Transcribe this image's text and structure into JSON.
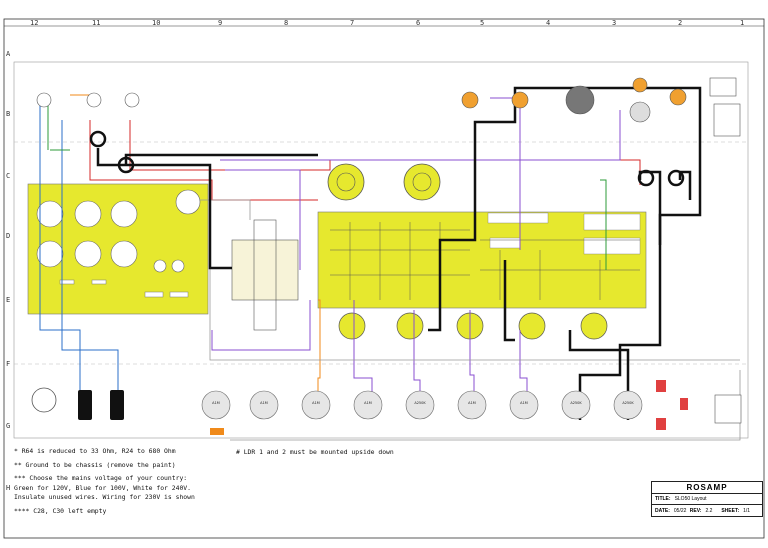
{
  "columns": [
    "12",
    "11",
    "10",
    "9",
    "8",
    "7",
    "6",
    "5",
    "4",
    "3",
    "2",
    "1"
  ],
  "rows": [
    "A",
    "B",
    "C",
    "D",
    "E",
    "F",
    "G",
    "H"
  ],
  "notes": [
    "* R64 is reduced to 33 Ohm, R24 to 680 Ohm",
    "** Ground to be chassis (remove the paint)",
    "*** Choose the mains voltage of your country:",
    "Green for 120V, Blue for 100V, White for 240V.",
    "Insulate unused wires. Wiring for 230V is shown",
    "**** C28, C30  left empty"
  ],
  "ldr_note": "# LDR 1 and 2 must be mounted upside down",
  "pots": [
    "A1M",
    "A1M",
    "A1M",
    "A1M",
    "A250K",
    "A1M",
    "A1M",
    "A250K",
    "A250K"
  ],
  "title_block": {
    "company": "ROSAMP",
    "title_key": "TITLE:",
    "title": "SLO50 Layout",
    "date_key": "DATE:",
    "date": "05/22",
    "rev_key": "REV:",
    "rev": "2.2",
    "sheet_key": "SHEET:",
    "sheet": "1/1"
  },
  "colors": {
    "pcb": "#e6e82e",
    "wire_black": "#111111",
    "wire_red": "#d62828",
    "wire_purple": "#8a4fd0",
    "wire_blue": "#2b6fc8",
    "wire_green": "#2e9b3a",
    "wire_orange": "#f08a1a",
    "wire_grey": "#999999"
  }
}
